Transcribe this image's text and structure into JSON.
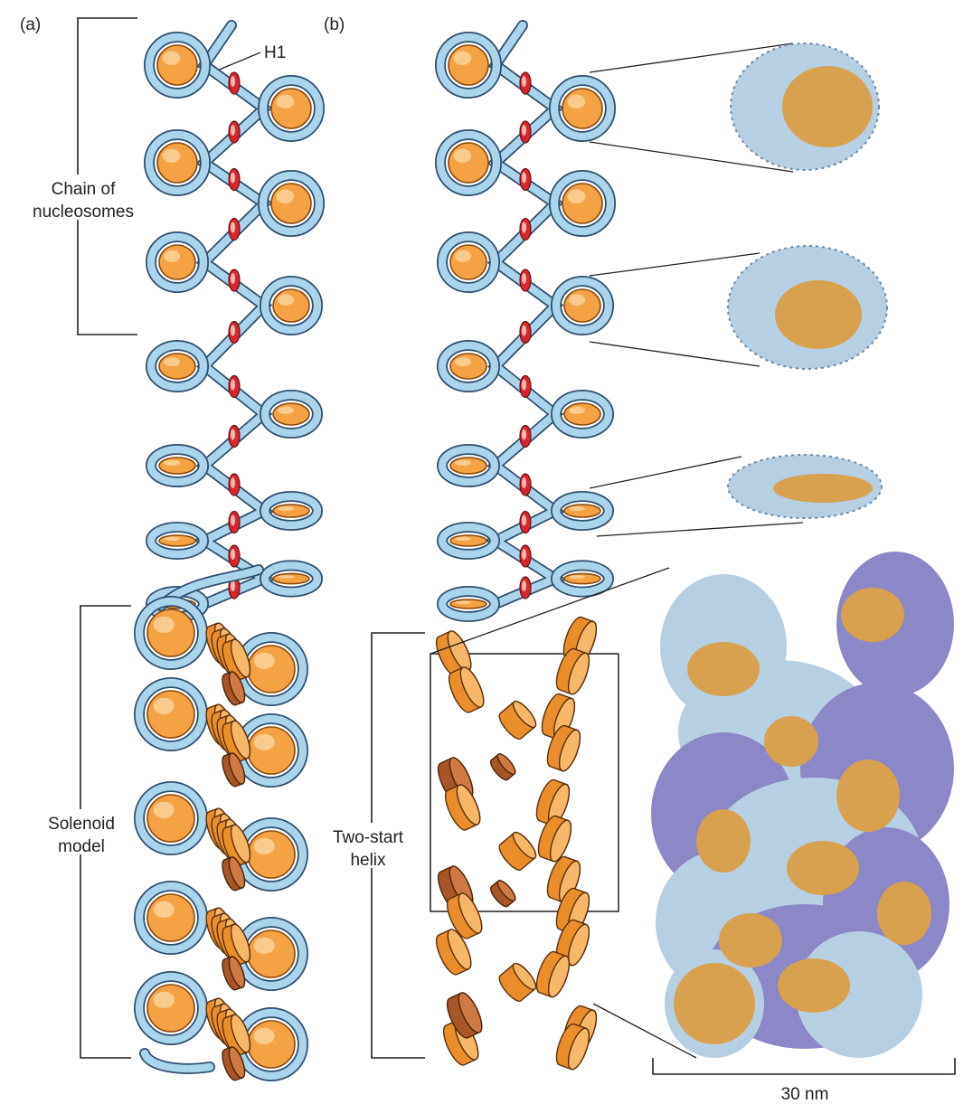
{
  "panels": {
    "a": {
      "label": "(a)"
    },
    "b": {
      "label": "(b)"
    }
  },
  "labels": {
    "h1": "H1",
    "chain_line1": "Chain of",
    "chain_line2": "nucleosomes",
    "solenoid_line1": "Solenoid",
    "solenoid_line2": "model",
    "twostart_line1": "Two-start",
    "twostart_line2": "helix",
    "scale": "30 nm"
  },
  "colors": {
    "dna": "#a9d4ec",
    "nucleosome": "#f4a244",
    "histone_h1": "#d8262e",
    "surface_blue": "#b7cfe3",
    "surface_purple": "#8c87c7",
    "surface_gold": "#d7a14f"
  }
}
